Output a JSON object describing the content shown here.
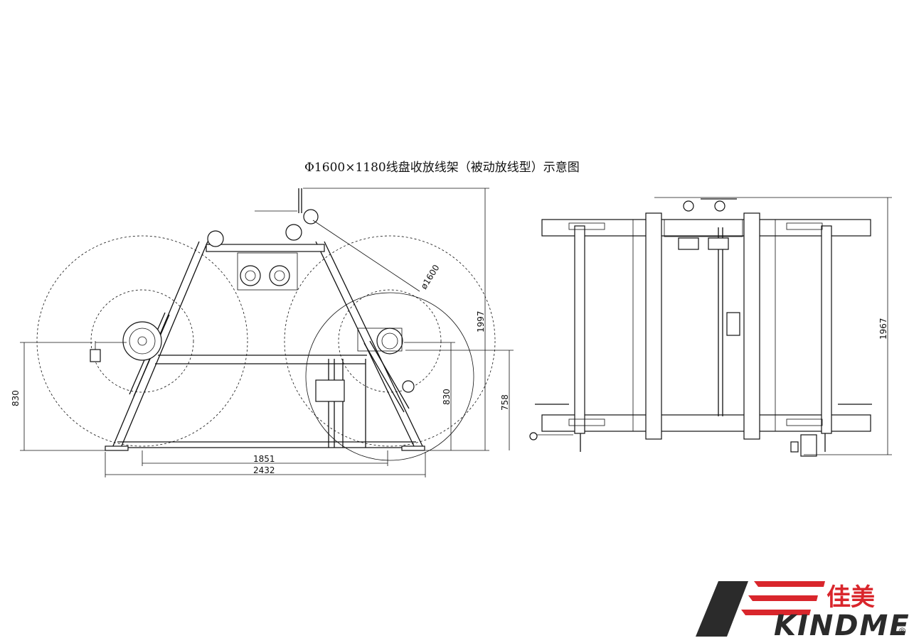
{
  "title": "Φ1600×1180线盘收放线架（被动放线型）示意图",
  "front_view": {
    "diameter_label": "ø1600",
    "dims": {
      "height_left": "830",
      "height_total": "1997",
      "height_right_inner": "830",
      "height_right_outer": "758",
      "inner_width": "1851",
      "overall_width": "2432"
    }
  },
  "side_view": {
    "dims": {
      "height": "1967"
    }
  },
  "logo": {
    "chinese": "佳美",
    "english": "KINDME",
    "registered": "®",
    "colors": {
      "red": "#d9262c",
      "dark": "#2b2b2b"
    }
  }
}
